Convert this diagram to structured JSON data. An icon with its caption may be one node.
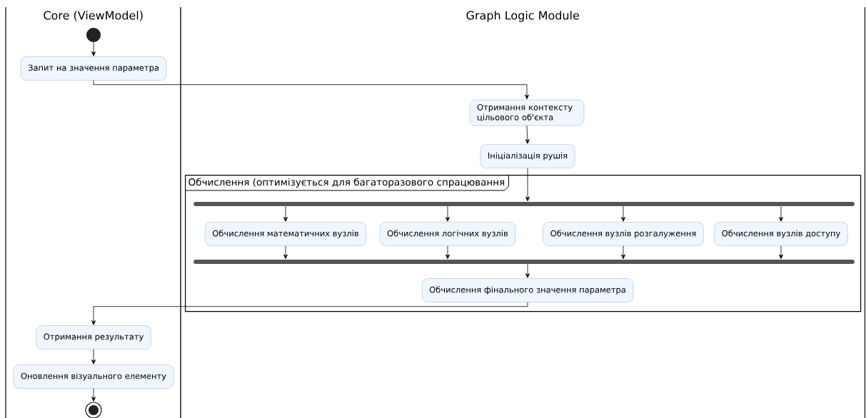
{
  "diagram": {
    "nodes": [
      {
        "text": [
          "Core (ViewModel)"
        ]
      },
      {
        "text": [
          "Graph Logic Module"
        ]
      },
      {
        "text": [],
        "shape": "circle",
        "in": 0
      },
      {
        "text": [
          "Запит на значення параметра"
        ],
        "in": 0
      },
      {
        "text": [
          "Отримання контексту цільового об'єкта"
        ],
        "in": 1
      },
      {
        "text": [
          "Ініціалізація рушія"
        ],
        "in": 1
      },
      {
        "text": [
          "Обчислення (оптимізується для багаторазового спрацювання"
        ],
        "in": 1
      },
      {
        "text": [],
        "shape": "bar",
        "in": 6
      },
      {
        "text": [
          "Обчислення математичних вузлів"
        ],
        "in": 6
      },
      {
        "text": [
          "Обчислення логічних вузлів"
        ],
        "in": 6
      },
      {
        "text": [
          "Обчислення вузлів розгалуження"
        ],
        "in": 6
      },
      {
        "text": [
          "Обчислення вузлів доступу"
        ],
        "in": 6
      },
      {
        "text": [],
        "shape": "bar",
        "in": 6
      },
      {
        "text": [
          "Обчислення фінального значення параметра"
        ],
        "in": 6
      },
      {
        "text": [
          "Отримання результату"
        ],
        "in": 0
      },
      {
        "text": [
          "Оновлення візуального елементу"
        ],
        "in": 0
      },
      {
        "text": [],
        "shape": "circle",
        "in": 0
      }
    ],
    "edges": [
      {
        "from": 2,
        "to": 3,
        "arrow": "to"
      },
      {
        "from": 3,
        "to": 4,
        "arrow": "to"
      },
      {
        "from": 4,
        "to": 5,
        "arrow": "to"
      },
      {
        "from": 5,
        "to": 7,
        "arrow": "to"
      },
      {
        "from": 7,
        "to": 8,
        "arrow": "to"
      },
      {
        "from": 7,
        "to": 9,
        "arrow": "to"
      },
      {
        "from": 7,
        "to": 10,
        "arrow": "to"
      },
      {
        "from": 7,
        "to": 11,
        "arrow": "to"
      },
      {
        "from": 8,
        "to": 12,
        "arrow": "to"
      },
      {
        "from": 9,
        "to": 12,
        "arrow": "to"
      },
      {
        "from": 10,
        "to": 12,
        "arrow": "to"
      },
      {
        "from": 11,
        "to": 12,
        "arrow": "to"
      },
      {
        "from": 12,
        "to": 13,
        "arrow": "to"
      },
      {
        "from": 13,
        "to": 14,
        "arrow": "to"
      },
      {
        "from": 14,
        "to": 15,
        "arrow": "to"
      },
      {
        "from": 15,
        "to": 16,
        "arrow": "to"
      }
    ]
  }
}
